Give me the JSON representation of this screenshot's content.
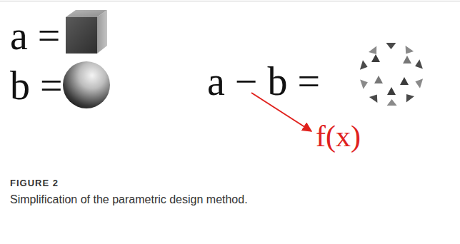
{
  "diagram": {
    "caption": "Simplification of the parametric design method.",
    "labels": [
      "a =",
      "b =",
      "a − b =",
      "f(x)",
      "FIGURE 2"
    ]
  }
}
